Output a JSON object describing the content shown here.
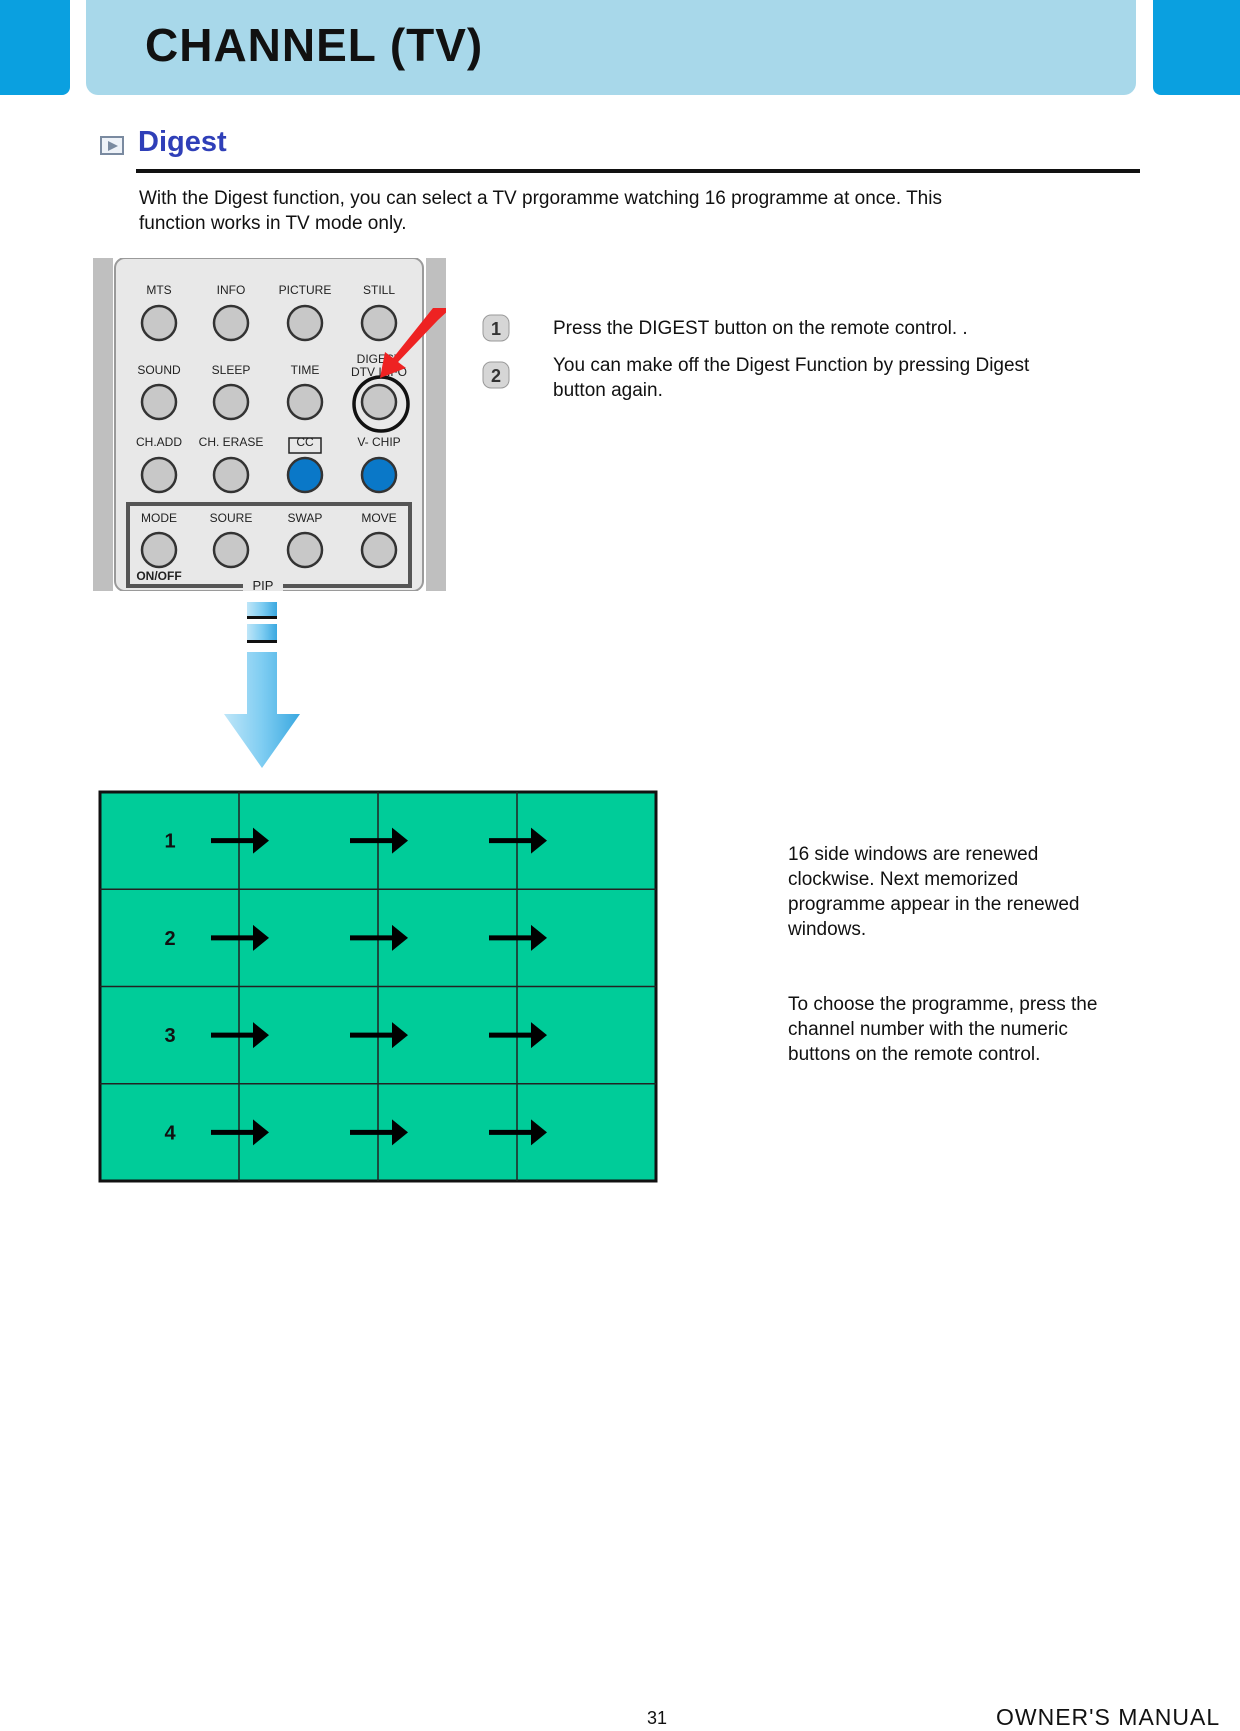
{
  "header": {
    "title": "CHANNEL (TV)"
  },
  "section": {
    "title": "Digest",
    "icon": "play-icon"
  },
  "intro": "With the Digest function, you can select a TV prgoramme watching 16 programme at once. This function works in TV mode only.",
  "remote": {
    "rows": [
      [
        "MTS",
        "INFO",
        "PICTURE",
        "STILL"
      ],
      [
        "SOUND",
        "SLEEP",
        "TIME",
        "DIGEST DTV INFO"
      ],
      [
        "CH.ADD",
        "CH. ERASE",
        "CC",
        "V- CHIP"
      ],
      [
        "MODE",
        "SOURE",
        "SWAP",
        "MOVE"
      ]
    ],
    "on_off_label": "ON/OFF",
    "pip_label": "PIP",
    "colors": {
      "body": "#e6e6e6",
      "button": "#c8c8c8",
      "blue_button": "#0a78c8",
      "arrow": "#ee2222"
    }
  },
  "steps": [
    {
      "number": "1",
      "text": "Press the DIGEST button on the remote control. ."
    },
    {
      "number": "2",
      "text": "You can make off the Digest Function by pressing Digest button again."
    }
  ],
  "grid": {
    "row_labels": [
      "1",
      "2",
      "3",
      "4"
    ],
    "columns": 4,
    "fill_color": "#00cc99"
  },
  "notes": [
    "16 side windows are renewed clockwise. Next memorized programme appear in the renewed windows.",
    "To choose the programme, press the channel number with the numeric buttons on the remote control."
  ],
  "footer": {
    "page_number": "31",
    "manual": "OWNER'S MANUAL"
  },
  "colors": {
    "header_dark": "#0aa0e0",
    "header_light": "#a8d8ea",
    "section_title": "#2f3fb8"
  }
}
